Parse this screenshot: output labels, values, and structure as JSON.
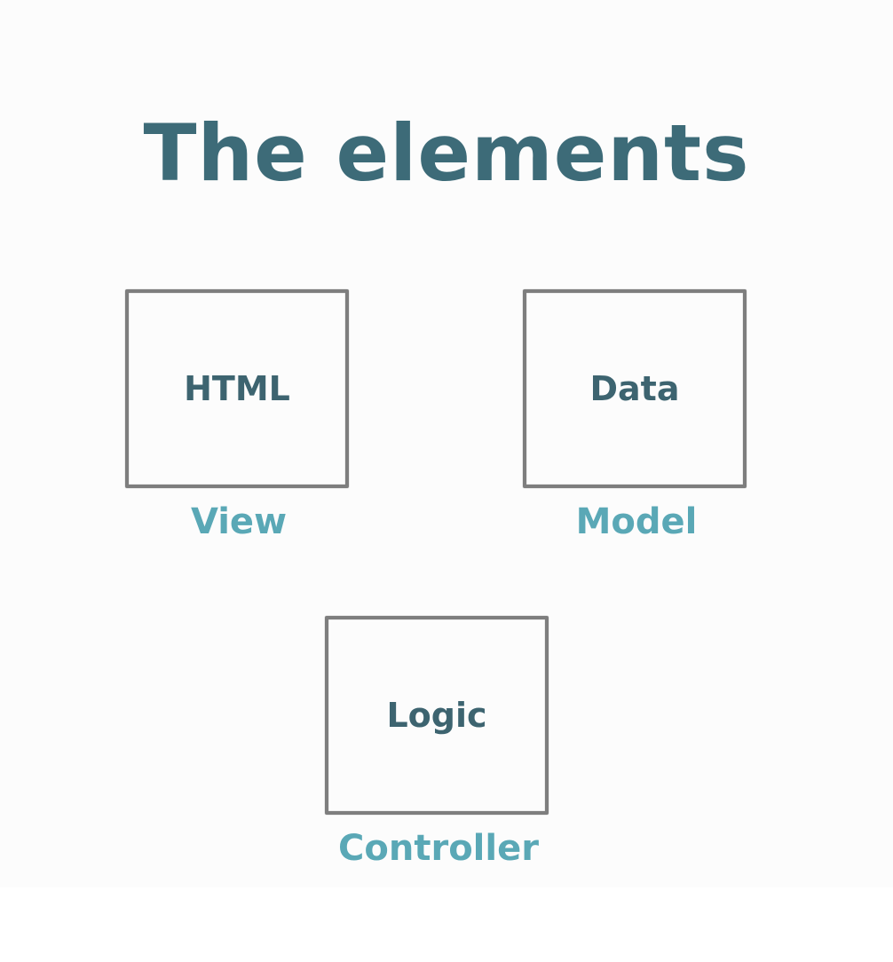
{
  "title": "The elements",
  "boxes": {
    "view": {
      "label": "HTML",
      "caption": "View"
    },
    "model": {
      "label": "Data",
      "caption": "Model"
    },
    "controller": {
      "label": "Logic",
      "caption": "Controller"
    }
  },
  "colors": {
    "title": "#3d6b78",
    "box_text": "#3d6470",
    "caption": "#5aa8b6",
    "box_border": "#7e7e7e",
    "background": "#fcfcfc"
  }
}
